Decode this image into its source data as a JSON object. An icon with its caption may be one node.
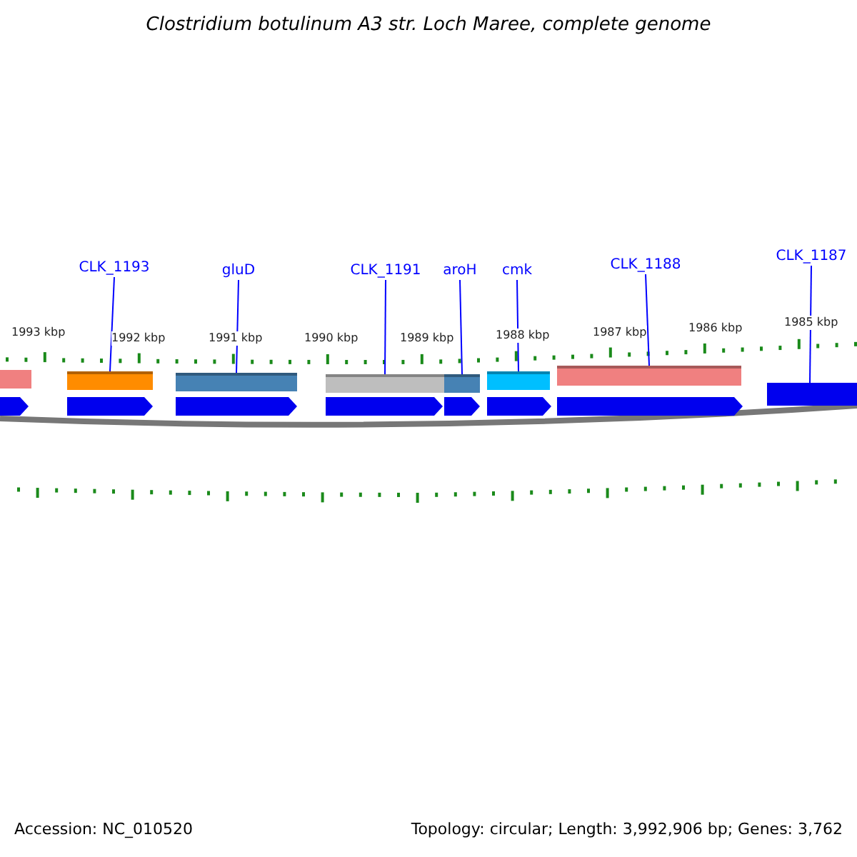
{
  "diagram": {
    "title": "Clostridium botulinum A3 str. Loch Maree, complete genome",
    "nodes": [
      {
        "text": [
          "CLK_1193"
        ]
      },
      {
        "text": [
          "gluD"
        ]
      },
      {
        "text": [
          "CLK_1191"
        ]
      },
      {
        "text": [
          "aroH"
        ]
      },
      {
        "text": [
          "cmk"
        ]
      },
      {
        "text": [
          "CLK_1188"
        ]
      },
      {
        "text": [
          "CLK_1187"
        ]
      },
      {
        "text": [],
        "shape": "bar"
      },
      {
        "text": [],
        "shape": "bar"
      },
      {
        "text": [],
        "shape": "bar"
      },
      {
        "text": [],
        "shape": "bar"
      },
      {
        "text": [],
        "shape": "bar"
      },
      {
        "text": [],
        "shape": "bar"
      },
      {
        "text": [],
        "shape": "arrow"
      }
    ],
    "edges": [
      {
        "from": 0,
        "to": 7,
        "arrow": "none"
      },
      {
        "from": 1,
        "to": 8,
        "arrow": "none"
      },
      {
        "from": 2,
        "to": 9,
        "arrow": "none"
      },
      {
        "from": 3,
        "to": 10,
        "arrow": "none"
      },
      {
        "from": 4,
        "to": 11,
        "arrow": "none"
      },
      {
        "from": 5,
        "to": 12,
        "arrow": "none"
      },
      {
        "from": 6,
        "to": 13,
        "arrow": "none"
      }
    ],
    "labels": [
      "1993 kbp",
      "1992 kbp",
      "1991 kbp",
      "1990 kbp",
      "1989 kbp",
      "1988 kbp",
      "1987 kbp",
      "1986 kbp",
      "1985 kbp",
      "Accession: NC_010520",
      "Topology: circular; Length: 3,992,906 bp; Genes: 3,762"
    ]
  }
}
